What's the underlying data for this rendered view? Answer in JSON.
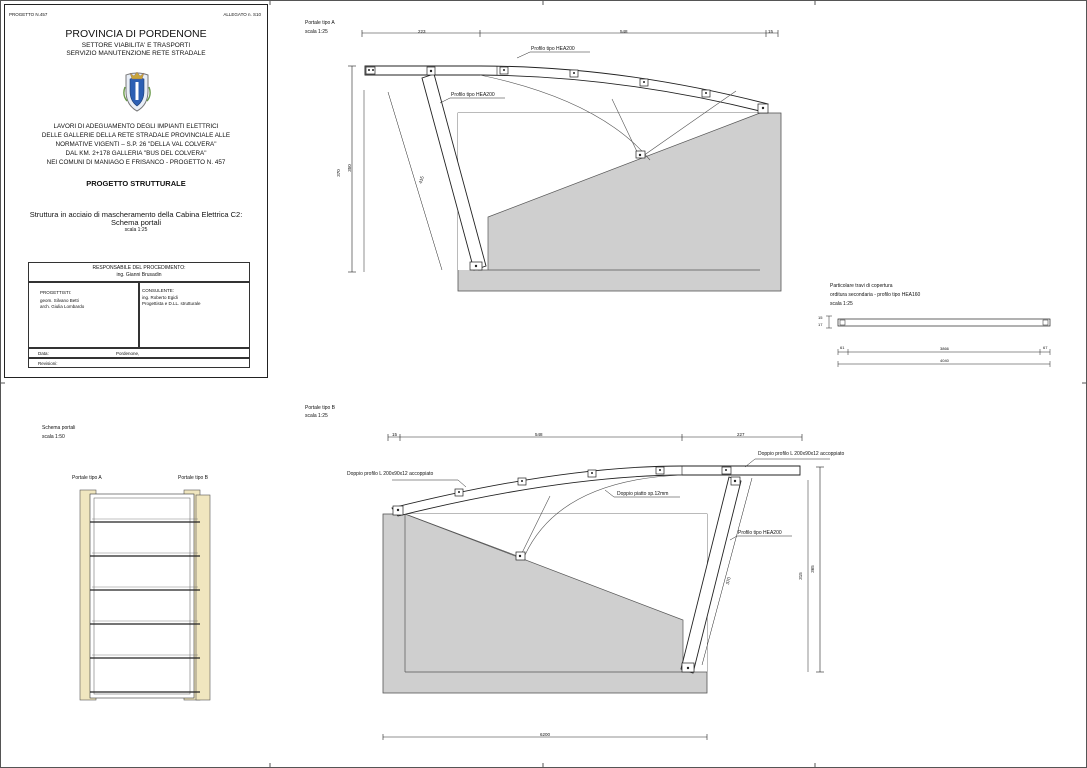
{
  "title_block": {
    "project_no": "PROGETTO N.457",
    "attachment_no": "ALLEGATO n. S10",
    "entity": "PROVINCIA DI PORDENONE",
    "dept1": "SETTORE VIABILITA' E TRASPORTI",
    "dept2": "SERVIZIO MANUTENZIONE RETE STRADALE",
    "works": [
      "LAVORI DI ADEGUAMENTO DEGLI IMPIANTI ELETTRICI",
      "DELLE GALLERIE DELLA RETE STRADALE PROVINCIALE ALLE",
      "NORMATIVE VIGENTI – S.P. 26 \"DELLA VAL COLVERA\"",
      "DAL KM. 2+178 GALLERIA \"BUS DEL COLVERA\"",
      "NEI COMUNI DI MANIAGO E FRISANCO - PROGETTO N. 457"
    ],
    "project_type": "PROGETTO STRUTTURALE",
    "subject1": "Struttura in acciaio di mascheramento della Cabina Elettrica C2:",
    "subject2": "Schema portali",
    "scale": "scala  1:25",
    "resp_title": "RESPONSABILE DEL PROCEDIMENTO:",
    "resp_name": "ing. Gianni Brusadin",
    "designers_title": "PROGETTISTI:",
    "designer1": "geom. Silvano Betti",
    "designer2": "arch. Giulia Lombardo",
    "consultant_title": "CONSULENTE:",
    "consultant1": "ing. Roberto Egidi",
    "consultant2": "Progettista e D.LL. strutturale",
    "date_label": "Data:",
    "date_value": "Pordenone,",
    "revision_label": "Revisioni:"
  },
  "portal_a": {
    "title": "Portale tipo A",
    "scale": "scala 1:25",
    "dim_top_1": "223",
    "dim_top_2": "548",
    "dim_top_3": "15",
    "dim_left": "370",
    "dim_inner": "350",
    "dim_diag": "415",
    "label_beam": "Profilo tipo HEA200",
    "label_column": "Profilo tipo HEA200"
  },
  "detail": {
    "title1": "Particolare travi di copertura",
    "title2": "orditura secondaria  -  profilo tipo HEA160",
    "scale": "scala 1:25",
    "dim_h1": "15",
    "dim_h2": "17",
    "dim_a": "61",
    "dim_b": "3866",
    "dim_c": "67",
    "dim_total": "4040"
  },
  "portal_b": {
    "title": "Portale tipo B",
    "scale": "scala 1:25",
    "dim_top_1": "15",
    "dim_top_2": "548",
    "dim_top_3": "227",
    "label_double_l_left": "Doppio profilo L 200x90x12 accoppiato",
    "label_double_l_right": "Doppio profilo L 200x90x12 accoppiato",
    "label_plate": "Doppio piatto sp.12mm",
    "label_column": "Profilo tipo HEA200",
    "dim_right_1": "315",
    "dim_right_2": "365",
    "dim_diag": "370",
    "dim_bottom": "6200"
  },
  "overview": {
    "title": "Schema portali",
    "scale": "scala 1:50",
    "label_a": "Portale tipo A",
    "label_b": "Portale tipo B"
  }
}
